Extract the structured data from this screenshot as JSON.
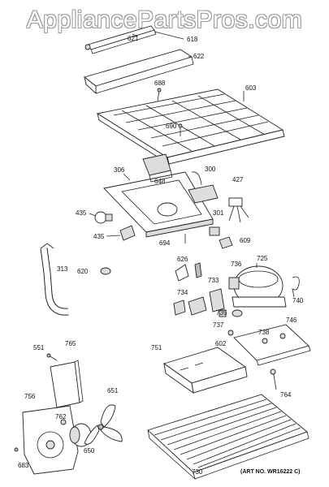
{
  "watermark": "AppliancePartsPros.com",
  "art_number": "(ART NO. WR16222 C)",
  "part_labels": {
    "p621": "621",
    "p618": "618",
    "p622": "622",
    "p688": "688",
    "p603": "603",
    "p690": "690",
    "p306": "306",
    "p648": "648",
    "p300": "300",
    "p427": "427",
    "p435a": "435",
    "p301": "301",
    "p435b": "435",
    "p694": "694",
    "p609": "609",
    "p313": "313",
    "p626": "626",
    "p736": "736",
    "p725": "725",
    "p620": "620",
    "p733": "733",
    "p740": "740",
    "p734": "734",
    "p735": "735",
    "p737": "737",
    "p746": "746",
    "p738": "738",
    "p551": "551",
    "p765": "765",
    "p751": "751",
    "p602": "602",
    "p651": "651",
    "p764": "764",
    "p756": "756",
    "p762": "762",
    "p650": "650",
    "p683": "683",
    "p730": "730"
  }
}
